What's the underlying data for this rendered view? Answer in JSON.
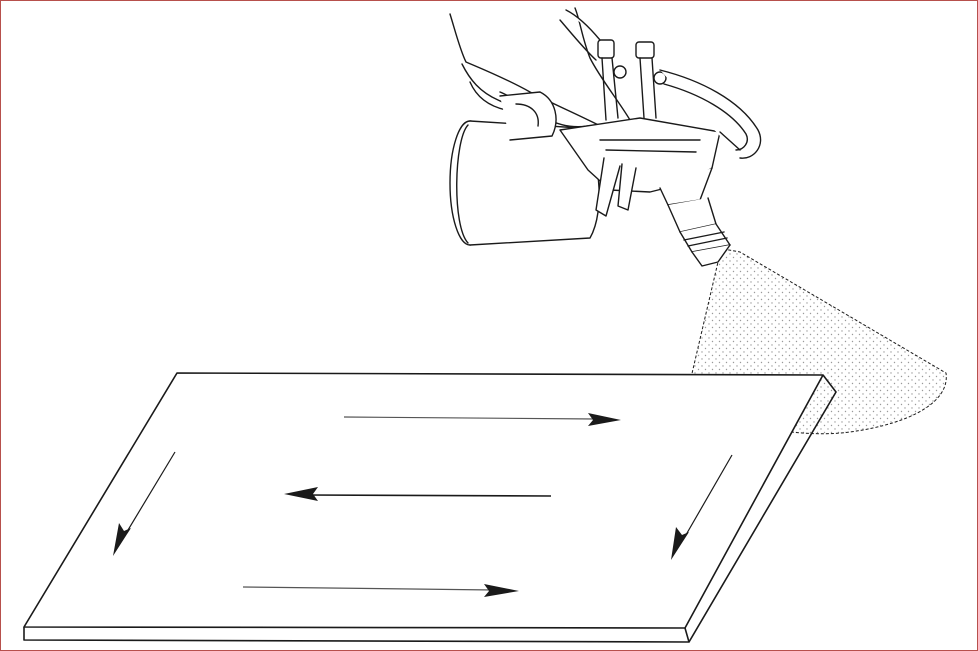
{
  "figure": {
    "frame_color": "#b7504c",
    "line_color": "#1a1a1a",
    "spray_dot_color": "#9a9a9a",
    "background": "#ffffff",
    "parts": {
      "hand": "hand-illustration",
      "gun": "spray-gun-icon",
      "spray": "spray-pattern",
      "panel": "workpiece-panel",
      "arrows": [
        "stroke-arrow-top",
        "stroke-arrow-middle",
        "stroke-arrow-bottom",
        "stroke-arrow-left-edge",
        "stroke-arrow-right-edge"
      ]
    }
  }
}
